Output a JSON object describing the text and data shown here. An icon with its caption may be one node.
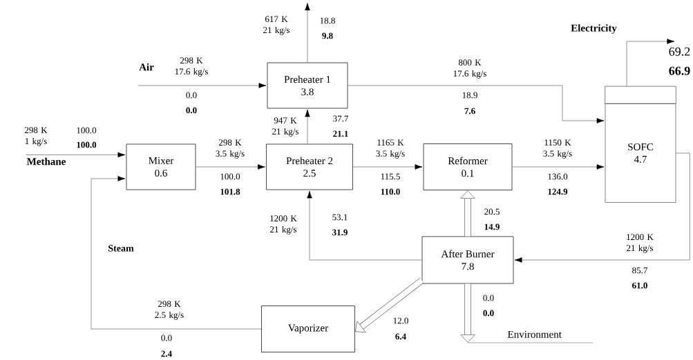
{
  "diagram": {
    "nodes": [
      {
        "text": [
          "Preheater 1",
          "3.8"
        ]
      },
      {
        "text": [
          "Mixer",
          "0.6"
        ]
      },
      {
        "text": [
          "Preheater 2",
          "2.5"
        ]
      },
      {
        "text": [
          "Reformer",
          "0.1"
        ]
      },
      {
        "text": [
          "SOFC",
          "4.7"
        ]
      },
      {
        "text": [
          "After Burner",
          "7.8"
        ]
      },
      {
        "text": [
          "Vaporizer"
        ]
      },
      {
        "text": [
          "Environment"
        ]
      },
      {
        "text": [
          "Air"
        ]
      },
      {
        "text": [
          "Methane"
        ]
      },
      {
        "text": [
          "Electricity",
          "69.2",
          "66.9"
        ]
      }
    ],
    "edges": [
      {
        "from": 8,
        "to": 0,
        "arrow": "to"
      },
      {
        "from": 0,
        "to": null,
        "arrow": "to"
      },
      {
        "from": 0,
        "to": 4,
        "arrow": "to"
      },
      {
        "from": 9,
        "to": 1,
        "arrow": "to"
      },
      {
        "from": 1,
        "to": 2,
        "arrow": "to"
      },
      {
        "from": 2,
        "to": 0,
        "arrow": "to"
      },
      {
        "from": 2,
        "to": 3,
        "arrow": "to"
      },
      {
        "from": 3,
        "to": 4,
        "arrow": "to"
      },
      {
        "from": 4,
        "to": 5,
        "arrow": "to"
      },
      {
        "from": 5,
        "to": 2,
        "arrow": "to"
      },
      {
        "from": 5,
        "to": 3,
        "arrow": "to",
        "style": "thick"
      },
      {
        "from": 5,
        "to": 6,
        "arrow": "to",
        "style": "thick"
      },
      {
        "from": 5,
        "to": 7,
        "arrow": "to",
        "style": "thick"
      },
      {
        "from": 6,
        "to": 1,
        "arrow": "to"
      },
      {
        "from": 4,
        "to": 10,
        "arrow": "to"
      }
    ],
    "labels": [
      "617 K 21 kg/s",
      "18.8",
      "9.8",
      "298 K 17.6 kg/s",
      "0.0",
      "0.0",
      "800 K 17.6 kg/s",
      "18.9",
      "7.6",
      "298 K 1 kg/s",
      "100.0",
      "100.0",
      "947 K 21 kg/s",
      "37.7",
      "21.1",
      "298 K 3.5 kg/s",
      "100.0",
      "101.8",
      "1165 K 3.5 kg/s",
      "115.5",
      "110.0",
      "1150 K 3.5 kg/s",
      "136.0",
      "124.9",
      "1200 K 21 kg/s",
      "53.1",
      "31.9",
      "20.5",
      "14.9",
      "Steam",
      "1200 K 21 kg/s",
      "85.7",
      "61.0",
      "298 K 2.5 kg/s",
      "0.0",
      "2.4",
      "12.0",
      "6.4",
      "0.0",
      "0.0"
    ]
  }
}
